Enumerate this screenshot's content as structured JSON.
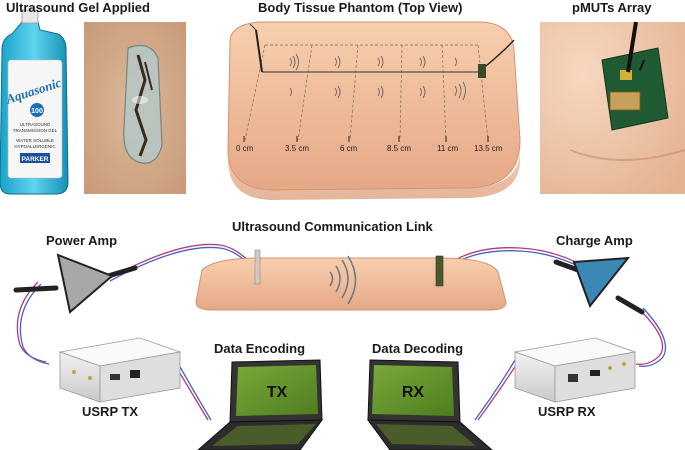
{
  "top": {
    "gel_title": "Ultrasound Gel Applied",
    "phantom_title": "Body Tissue Phantom (Top View)",
    "pmut_title": "pMUTs Array",
    "bottle": {
      "brand": "Aquasonic",
      "model": "100",
      "line1": "ULTRASOUND",
      "line2": "TRANSMISSION GEL",
      "line3": "WATER SOLUBLE",
      "line4": "HYPOALLERGENIC",
      "maker": "PARKER"
    },
    "distance_ticks": [
      "0 cm",
      "3.5 cm",
      "6 cm",
      "8.5 cm",
      "11 cm",
      "13.5 cm"
    ]
  },
  "bottom": {
    "link_title": "Ultrasound Communication Link",
    "power_amp": "Power Amp",
    "charge_amp": "Charge Amp",
    "data_encoding": "Data Encoding",
    "data_decoding": "Data Decoding",
    "usrp_tx": "USRP TX",
    "usrp_rx": "USRP RX",
    "tx_screen": "TX",
    "rx_screen": "RX"
  }
}
